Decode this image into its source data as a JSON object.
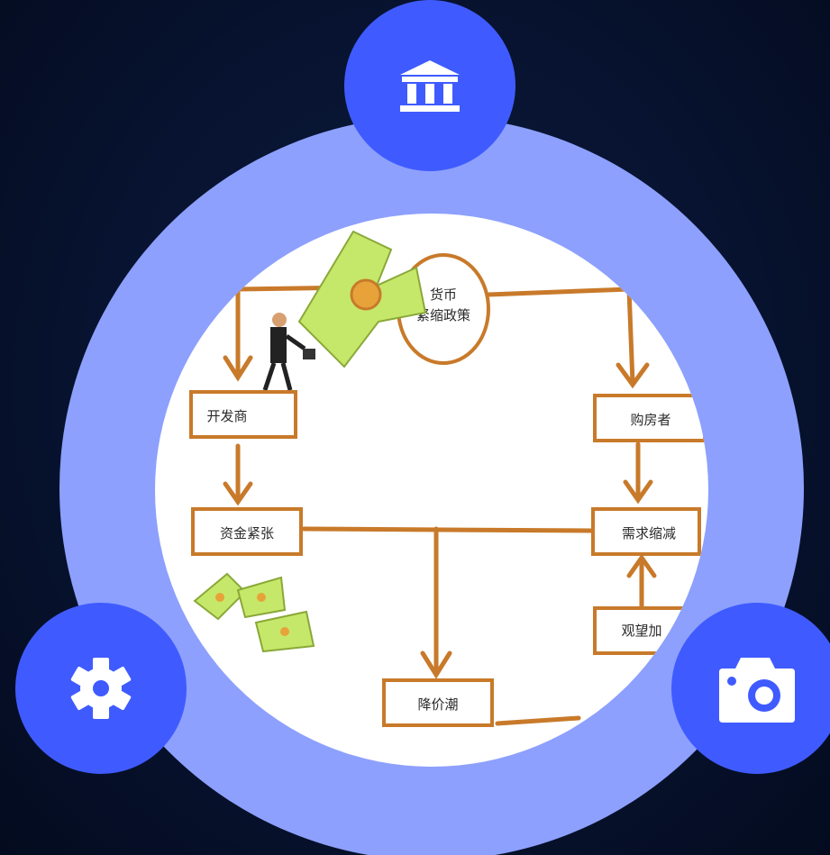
{
  "colors": {
    "background": "#06102a",
    "ring": "#8da0fd",
    "badge": "#3f5bff",
    "rope": "#c87a2a",
    "money": "#c6e86a"
  },
  "badges": [
    {
      "icon": "bank-icon"
    },
    {
      "icon": "gear-icon"
    },
    {
      "icon": "camera-icon"
    }
  ],
  "diagram": {
    "policy_line1": "货币",
    "policy_line2": "紧缩政策",
    "developer": "开发商",
    "buyer": "购房者",
    "funds": "资金紧张",
    "demand": "需求缩减",
    "wait": "观望加",
    "price_cut": "降价潮"
  }
}
